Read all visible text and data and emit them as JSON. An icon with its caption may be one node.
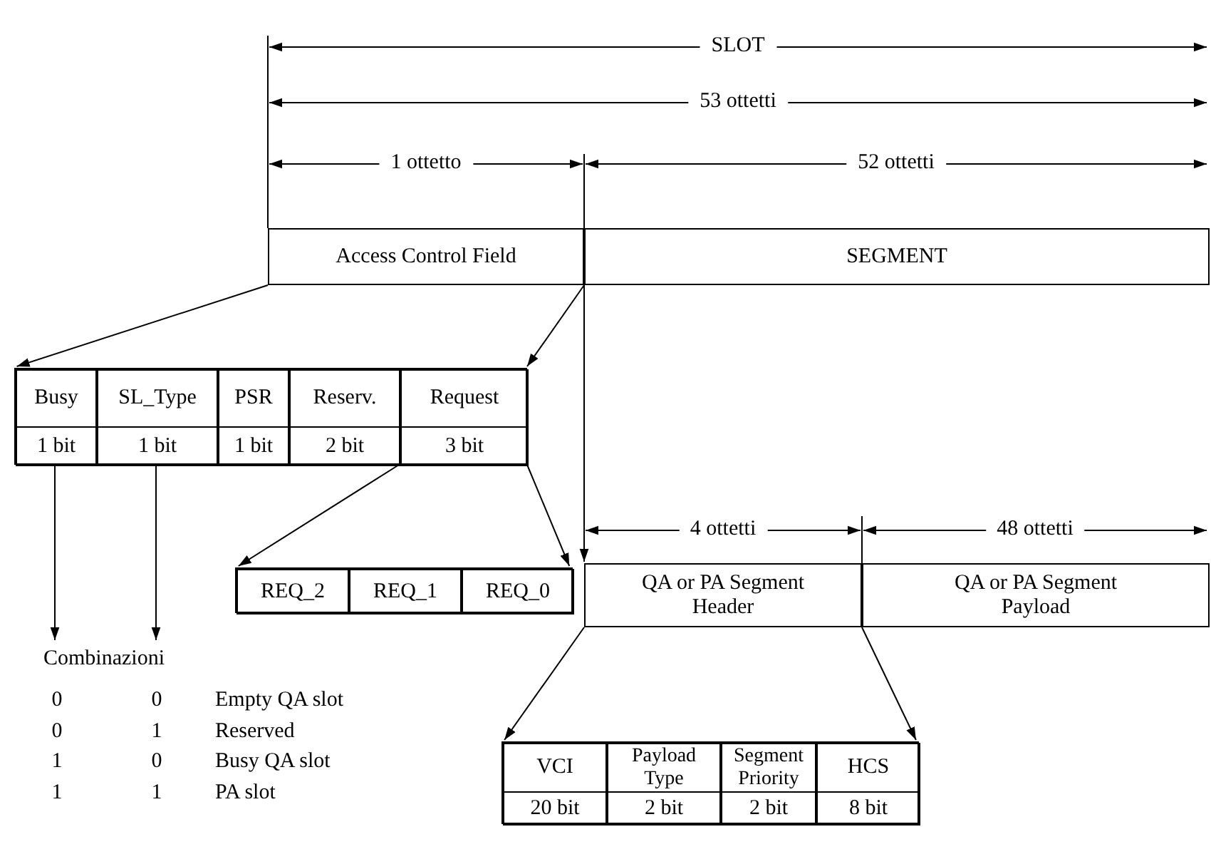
{
  "diagram": {
    "nodes": [
      {
        "text": [
          "Access Control Field"
        ]
      },
      {
        "text": [
          "SEGMENT"
        ]
      },
      {
        "text": [],
        "shape": "box"
      },
      {
        "text": [
          "Busy",
          "1 bit"
        ],
        "in": 2
      },
      {
        "text": [
          "SL_Type",
          "1 bit"
        ],
        "in": 2
      },
      {
        "text": [
          "PSR",
          "1 bit"
        ],
        "in": 2
      },
      {
        "text": [
          "Reserv.",
          "2 bit"
        ],
        "in": 2
      },
      {
        "text": [
          "Request",
          "3 bit"
        ],
        "in": 2
      },
      {
        "text": [],
        "shape": "box"
      },
      {
        "text": [
          "REQ_2"
        ],
        "in": 8
      },
      {
        "text": [
          "REQ_1"
        ],
        "in": 8
      },
      {
        "text": [
          "REQ_0"
        ],
        "in": 8
      },
      {
        "text": [
          "Combinazioni"
        ]
      },
      {
        "text": [
          "QA or PA Segment Header"
        ]
      },
      {
        "text": [
          "QA or PA Segment Payload"
        ]
      },
      {
        "text": [],
        "shape": "box"
      },
      {
        "text": [
          "VCI",
          "20 bit"
        ],
        "in": 15
      },
      {
        "text": [
          "Payload Type",
          "2 bit"
        ],
        "in": 15
      },
      {
        "text": [
          "Segment Priority",
          "2 bit"
        ],
        "in": 15
      },
      {
        "text": [
          "HCS",
          "8 bit"
        ],
        "in": 15
      }
    ],
    "edges": [
      {
        "from": 0,
        "to": 2,
        "arrow": "to"
      },
      {
        "from": 0,
        "to": 2,
        "arrow": "to"
      },
      {
        "from": 7,
        "to": 8,
        "arrow": "to"
      },
      {
        "from": 7,
        "to": 8,
        "arrow": "to"
      },
      {
        "from": 3,
        "to": 12,
        "arrow": "to"
      },
      {
        "from": 4,
        "to": 12,
        "arrow": "to"
      },
      {
        "from": 1,
        "to": 13,
        "arrow": "to"
      },
      {
        "from": 13,
        "to": 15,
        "arrow": "to"
      },
      {
        "from": 13,
        "to": 15,
        "arrow": "to"
      }
    ],
    "labels": [
      "SLOT",
      "53 ottetti",
      "1 ottetto",
      "52 ottetti",
      "4 ottetti",
      "48 ottetti",
      "0",
      "0",
      "Empty QA slot",
      "0",
      "1",
      "Reserved",
      "1",
      "0",
      "Busy QA slot",
      "1",
      "1",
      "PA slot"
    ]
  }
}
